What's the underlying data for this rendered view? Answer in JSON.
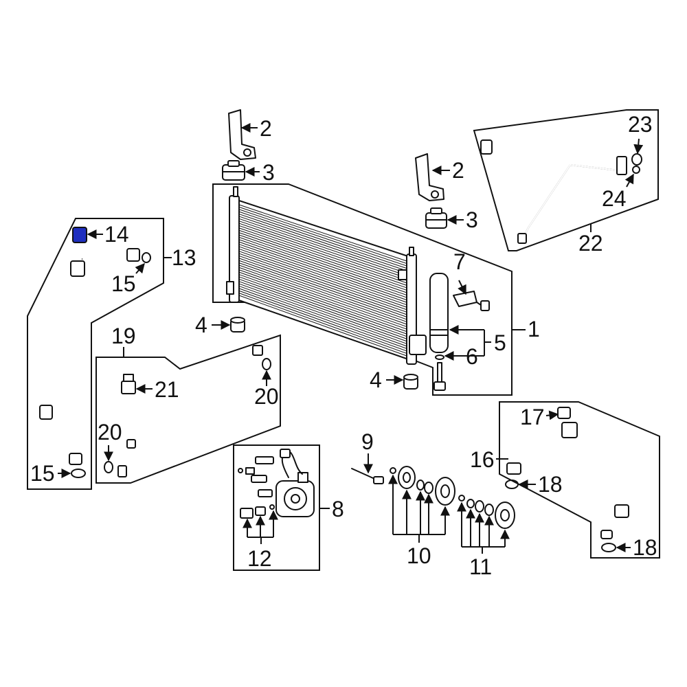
{
  "diagram": {
    "callouts": [
      "1",
      "2",
      "2",
      "3",
      "3",
      "4",
      "4",
      "5",
      "6",
      "7",
      "8",
      "9",
      "10",
      "11",
      "12",
      "13",
      "14",
      "15",
      "15",
      "16",
      "17",
      "18",
      "18",
      "19",
      "20",
      "20",
      "21",
      "22",
      "23",
      "24"
    ],
    "highlight_color": "#1f2fbf",
    "line_color": "#111111",
    "background": "#ffffff"
  }
}
